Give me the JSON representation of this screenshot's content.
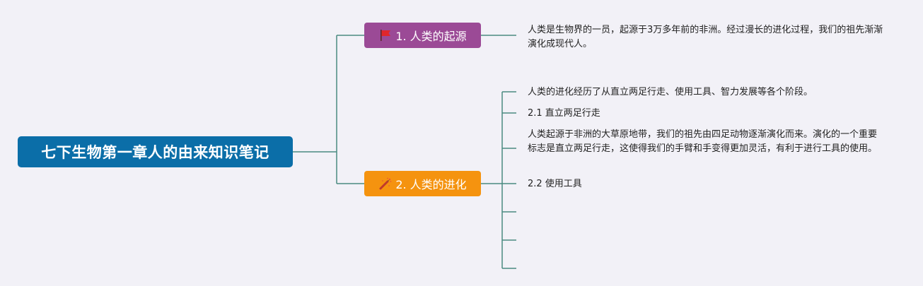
{
  "root": {
    "title": "七下生物第一章人的由来知识笔记"
  },
  "branches": [
    {
      "label": "1. 人类的起源",
      "icon": "red-flag-icon",
      "color": "#9b4a96",
      "children": [
        "人类是生物界的一员，起源于3万多年前的非洲。经过漫长的进化过程，我们的祖先渐渐演化成现代人。"
      ]
    },
    {
      "label": "2. 人类的进化",
      "icon": "firecracker-icon",
      "color": "#f5930f",
      "children": [
        "人类的进化经历了从直立两足行走、使用工具、智力发展等各个阶段。",
        "2.1 直立两足行走",
        "人类起源于非洲的大草原地带，我们的祖先由四足动物逐渐演化而来。演化的一个重要标志是直立两足行走，这使得我们的手臂和手变得更加灵活，有利于进行工具的使用。",
        "2.2 使用工具",
        "",
        "",
        ""
      ]
    }
  ],
  "colors": {
    "background": "#f2f1f7",
    "root": "#0b6ea8",
    "connector": "#4a8a80"
  }
}
